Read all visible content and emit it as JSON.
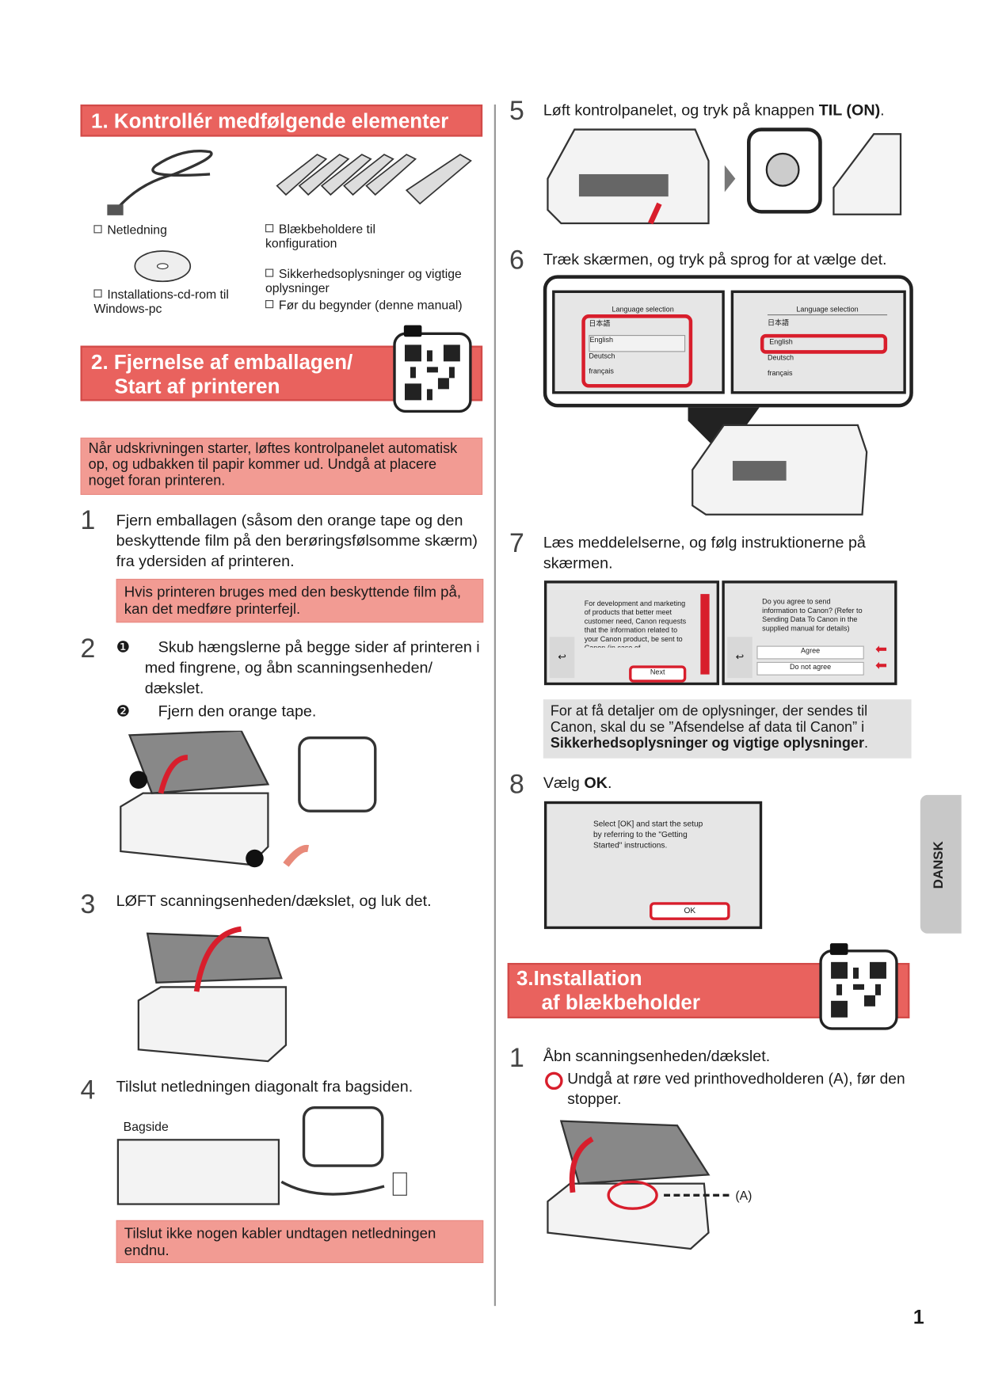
{
  "section1": {
    "title": "1. Kontrollér medfølgende elementer",
    "items": [
      "Netledning",
      "Blækbeholdere til konfiguration",
      "Installations-cd-rom til Windows-pc",
      "Sikkerhedsoplysninger og vigtige oplysninger",
      "Før du begynder (denne manual)"
    ]
  },
  "section2": {
    "title_line1": "2.  Fjernelse af emballagen/",
    "title_line2": "Start af printeren",
    "note": "Når udskrivningen starter, løftes kontrolpanelet automatisk op, og udbakken til papir kommer ud. Undgå at placere noget foran printeren.",
    "steps": [
      {
        "num": "1",
        "text": "Fjern emballagen (såsom den orange tape og den beskyttende film på den berøringsfølsomme skærm) fra ydersiden af printeren.",
        "warning": "Hvis printeren bruges med den beskyttende film på, kan det medføre printerfejl."
      },
      {
        "num": "2",
        "sub1_marker": "❶",
        "sub1": "Skub hængslerne på begge sider af printeren i med fingrene, og åbn scanningsenheden/ dækslet.",
        "sub2_marker": "❷",
        "sub2": "Fjern den orange tape."
      },
      {
        "num": "3",
        "text": "LØFT scanningsenheden/dækslet, og luk det."
      },
      {
        "num": "4",
        "text": "Tilslut netledningen diagonalt fra bagsiden.",
        "label": "Bagside",
        "warning": "Tilslut ikke nogen kabler undtagen netledningen endnu."
      }
    ]
  },
  "steps_right": [
    {
      "num": "5",
      "text": "Løft kontrolpanelet, og tryk på knappen ",
      "bold": "TIL (ON)",
      "after": "."
    },
    {
      "num": "6",
      "text": "Træk skærmen, og tryk på sprog for at vælge det.",
      "screen": {
        "title": "Language selection",
        "options": [
          "日本語",
          "English",
          "Deutsch",
          "français"
        ]
      }
    },
    {
      "num": "7",
      "text": "Læs meddelelserne, og følg instruktionerne på skærmen.",
      "screen1": {
        "text": "For development and marketing of products that better meet customer need, Canon requests that the information related to your Canon product, be sent to Canon (in case of",
        "button": "Next"
      },
      "screen2": {
        "text": "Do you agree to send information to Canon? (Refer to Sending Data To Canon in the supplied manual for details)",
        "buttons": [
          "Agree",
          "Do not agree"
        ]
      },
      "note_text": "For at få detaljer om de oplysninger, der sendes til Canon, skal du se ”Afsendelse af data til Canon” i ",
      "note_bold": "Sikkerhedsoplysninger og vigtige oplysninger",
      "note_after": "."
    },
    {
      "num": "8",
      "text": "Vælg ",
      "bold": "OK",
      "after": ".",
      "screen": {
        "text": "Select [OK] and start the setup by referring to the \"Getting Started\" instructions.",
        "button": "OK"
      }
    }
  ],
  "section3": {
    "title_line1": "3.Installation",
    "title_line2": "af blækbeholder",
    "step": {
      "num": "1",
      "text": "Åbn scanningsenheden/dækslet.",
      "warning": "Undgå at røre ved printhovedholderen (A), før den stopper.",
      "label": "(A)"
    }
  },
  "side_tab": "DANSK",
  "page_number": "1",
  "colors": {
    "header_red": "#e9625e",
    "note_pink": "#f29b93",
    "note_gray": "#e2e2e2",
    "highlight_red": "#d81e2c"
  }
}
